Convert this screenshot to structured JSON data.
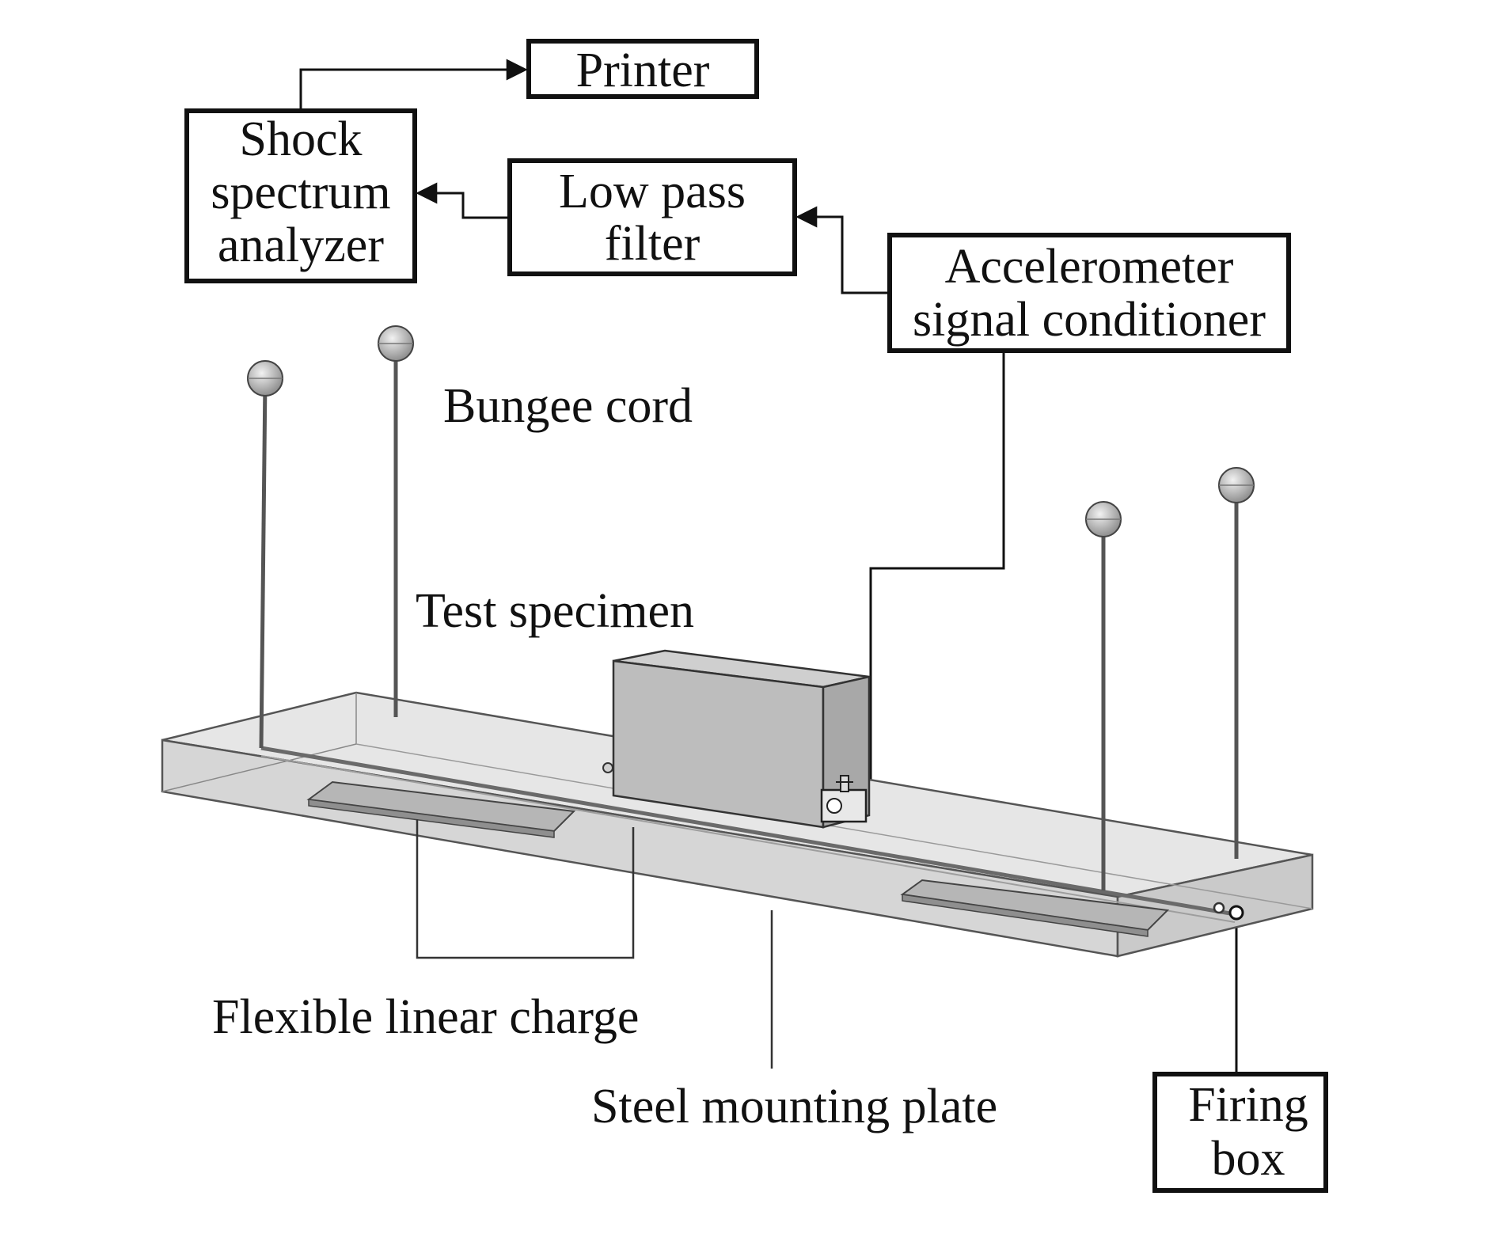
{
  "blocks": {
    "printer": "Printer",
    "shock_analyzer": [
      "Shock",
      "spectrum",
      "analyzer"
    ],
    "low_pass_filter": [
      "Low pass",
      "filter"
    ],
    "accelerometer_conditioner": [
      "Accelerometer",
      "signal conditioner"
    ],
    "firing_box": [
      "Firing",
      "box"
    ]
  },
  "labels": {
    "bungee_cord": "Bungee cord",
    "test_specimen": "Test specimen",
    "flexible_linear_charge": "Flexible linear charge",
    "steel_mounting_plate": "Steel mounting plate"
  },
  "colors": {
    "line": "#111111",
    "plate_top": "#e4e4e4",
    "plate_front": "#d8d8d8",
    "specimen": "#bdbdbd",
    "charge": "#b4b4b4",
    "sphere": "#c8c8c8"
  }
}
